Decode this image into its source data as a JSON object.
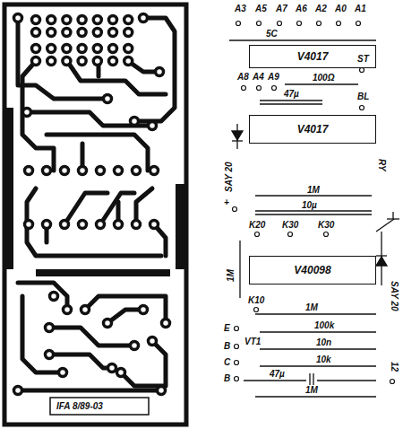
{
  "diagram": {
    "nodes": [
      {
        "text": [
          "V4017"
        ]
      },
      {
        "text": [
          "V4017"
        ]
      },
      {
        "text": [
          "V40098"
        ]
      }
    ],
    "labels": [
      "A3",
      "A5",
      "A7",
      "A6",
      "A2",
      "A0",
      "A1",
      "5C",
      "ST",
      "A8",
      "A4",
      "A9",
      "100Ω",
      "47µ",
      "BL",
      "SAY 20",
      "+",
      "RY",
      "1M",
      "10µ",
      "K20",
      "K30",
      "K30",
      "1M",
      "SAY 20",
      "K10",
      "1M",
      "E",
      "B",
      "VT1",
      "C",
      "B",
      "100k",
      "10n",
      "10k",
      "47µ",
      "1M",
      "12",
      "IFA 8/89-03"
    ]
  }
}
